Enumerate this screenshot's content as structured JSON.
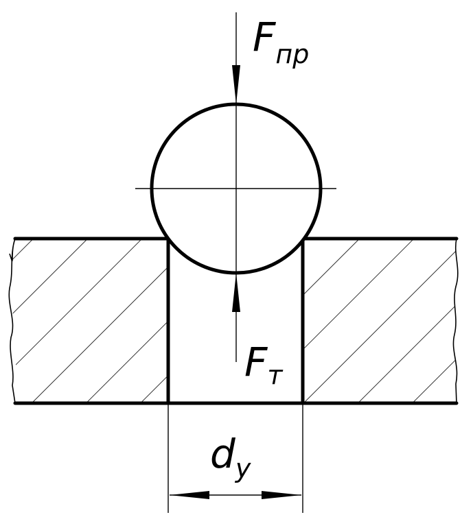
{
  "labels": {
    "force_top": {
      "main": "F",
      "sub": "пр"
    },
    "force_bottom": {
      "main": "F",
      "sub": "т"
    },
    "diameter": {
      "main": "d",
      "sub": "у"
    }
  },
  "colors": {
    "stroke": "#000000",
    "background": "#ffffff"
  }
}
